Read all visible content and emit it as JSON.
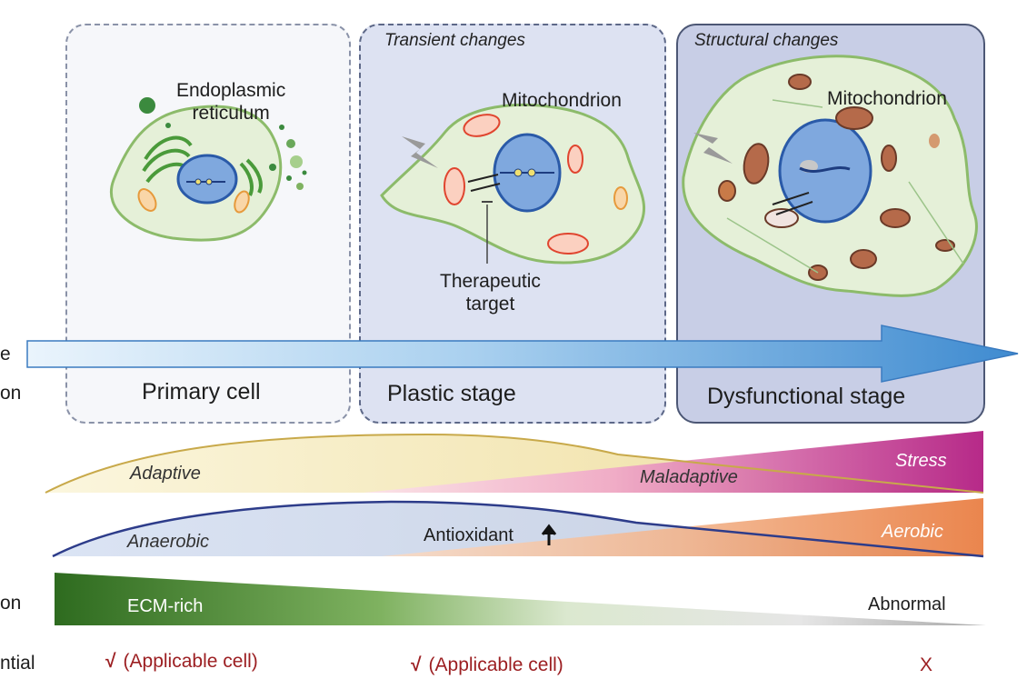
{
  "stages": {
    "primary": "Primary cell",
    "plastic": "Plastic stage",
    "dysfunctional": "Dysfunctional stage"
  },
  "headers": {
    "transient": "Transient changes",
    "structural": "Structural changes"
  },
  "organelles": {
    "er_line1": "Endoplasmic",
    "er_line2": "reticulum",
    "mito_plastic": "Mitochondrion",
    "mito_dysfunctional": "Mitochondrion",
    "target_line1": "Therapeutic",
    "target_line2": "target"
  },
  "left_labels": {
    "row1": "e",
    "row2": "on",
    "row3": "on",
    "row4": "ntial"
  },
  "bands": {
    "adaptive": "Adaptive",
    "maladaptive": "Maladaptive",
    "stress": "Stress",
    "anaerobic": "Anaerobic",
    "antioxidant": "Antioxidant",
    "aerobic": "Aerobic",
    "ecm_rich": "ECM-rich",
    "abnormal": "Abnormal"
  },
  "potential": {
    "check_mark": "√",
    "primary": "(Applicable cell)",
    "plastic": "(Applicable cell)",
    "dysfunctional": "X"
  },
  "colors": {
    "arrow": "#4a90d0",
    "stress": "#b0177e",
    "aerobic": "#e8783a",
    "ecm": "#2e6b1f",
    "mito_healthy": "#e0452f",
    "mito_damaged": "#7a3c2a",
    "nucleus": "#2a5aa8",
    "cell": "#e3efd6"
  }
}
